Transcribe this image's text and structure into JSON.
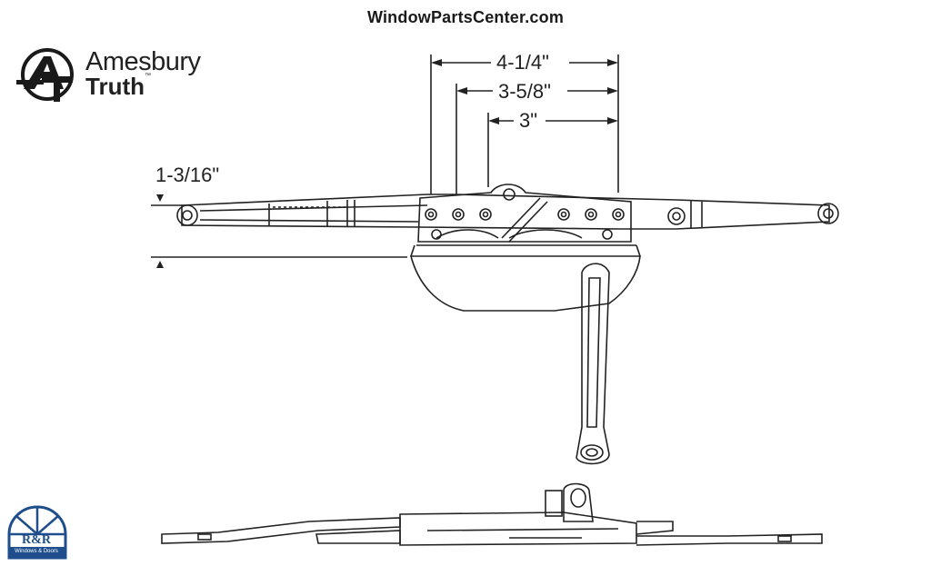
{
  "header": {
    "site_title": "WindowPartsCenter.com"
  },
  "brand": {
    "name_line1": "Amesbury",
    "name_line2": "Truth",
    "trademark": "™"
  },
  "dimensions": {
    "overall": "4-1/4\"",
    "middle": "3-5/8\"",
    "inner": "3\"",
    "height": "1-3/16\""
  },
  "badge": {
    "text": "R&R",
    "subtext": "Windows & Doors"
  },
  "colors": {
    "line": "#222222",
    "badge_blue": "#1f4e8c"
  }
}
